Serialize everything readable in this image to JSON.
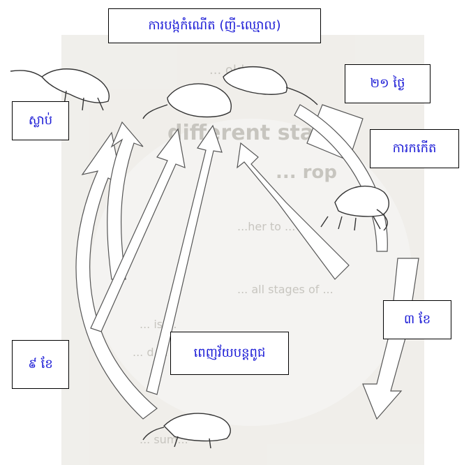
{
  "diagram": {
    "title": "ការបង្កកំណើត (ញី-ឈ្មោល)",
    "labels": {
      "day21": "២១ ថ្ងៃ",
      "birth": "ការកកើត",
      "month3": "៣ ខែ",
      "puberty": "ពេញវ័យបន្តពូជ",
      "month9": "៩ ខែ",
      "death": "ស្លាប់"
    }
  },
  "background_text": [
    "... older ...",
    "different sta...",
    "... rop",
    "...her to ...",
    "... all stages of ...",
    "... is ...",
    "... d ...",
    "... sum..."
  ],
  "colors": {
    "label_text": "#1a1ad6",
    "label_border": "#000000",
    "arrow_stroke": "#555555",
    "background_faded": "#d9d6cf"
  }
}
